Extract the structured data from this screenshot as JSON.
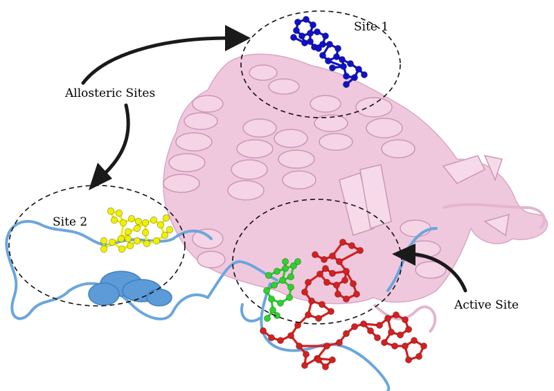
{
  "labels": {
    "allosteric": "Allosteric Sites",
    "site1": "Site 1",
    "site2": "Site 2",
    "active": "Active Site"
  },
  "colors": {
    "protein": "#f0c6dc",
    "protein_dark": "#d9a3c2",
    "loop": "#6aa6dd",
    "loop_dark": "#3f7fc0",
    "ligand_site1": "#1010c8",
    "ligand_site2": "#f0f000",
    "ligand_active_red": "#d42020",
    "ligand_active_green": "#2ed12e",
    "annotation": "#111111"
  },
  "icons": [
    "arrow-pointer",
    "dashed-ellipse",
    "ball-and-stick-ligand",
    "cartoon-helix"
  ]
}
